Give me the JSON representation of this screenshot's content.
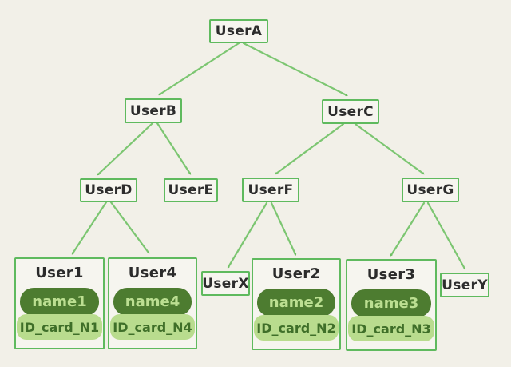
{
  "diagram": {
    "type": "tree",
    "background_color": "#f2f0e8",
    "colors": {
      "box_border": "#5fba5e",
      "box_fill": "#f6f5ef",
      "arrow": "#7cc671",
      "label_text": "#2d2d2d",
      "pill_dark_bg": "#4d7c30",
      "pill_dark_text": "#bcdf92",
      "pill_light_bg": "#b9dc8e",
      "pill_light_text": "#3f6f29"
    },
    "nodes": {
      "a": "UserA",
      "b": "UserB",
      "c": "UserC",
      "d": "UserD",
      "e": "UserE",
      "f": "UserF",
      "g": "UserG",
      "x": "UserX",
      "y": "UserY"
    },
    "edges": [
      [
        "UserA",
        "UserB"
      ],
      [
        "UserA",
        "UserC"
      ],
      [
        "UserB",
        "UserD"
      ],
      [
        "UserB",
        "UserE"
      ],
      [
        "UserC",
        "UserF"
      ],
      [
        "UserC",
        "UserG"
      ],
      [
        "UserD",
        "User1"
      ],
      [
        "UserD",
        "User4"
      ],
      [
        "UserF",
        "UserX"
      ],
      [
        "UserF",
        "User2"
      ],
      [
        "UserG",
        "User3"
      ],
      [
        "UserG",
        "UserY"
      ]
    ],
    "cards": [
      {
        "title": "User1",
        "name": "name1",
        "id_card": "ID_card_N1"
      },
      {
        "title": "User4",
        "name": "name4",
        "id_card": "ID_card_N4"
      },
      {
        "title": "User2",
        "name": "name2",
        "id_card": "ID_card_N2"
      },
      {
        "title": "User3",
        "name": "name3",
        "id_card": "ID_card_N3"
      }
    ]
  }
}
